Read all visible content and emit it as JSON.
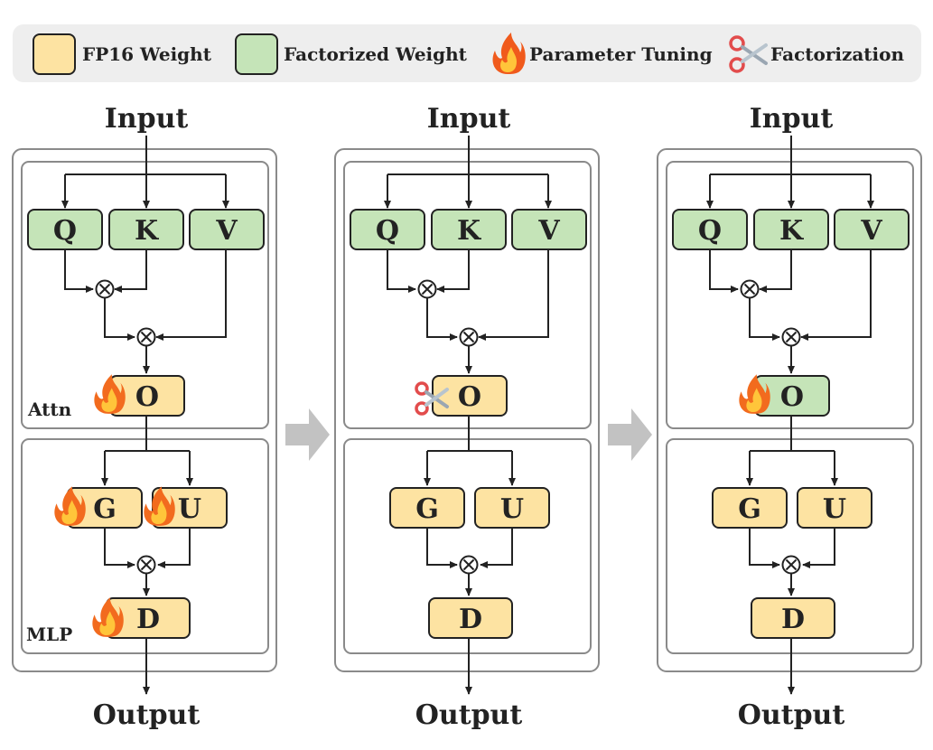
{
  "legend": {
    "fp16_label": "FP16 Weight",
    "factorized_label": "Factorized Weight",
    "tuning_label": "Parameter Tuning",
    "factorization_label": "Factorization",
    "fp16_icon": "yellow-square-icon",
    "factorized_icon": "green-square-icon",
    "tuning_icon": "fire-icon",
    "factorization_icon": "scissors-icon"
  },
  "colors": {
    "fp16_fill": "#FDE3A2",
    "factorized_fill": "#C5E4B8",
    "legend_bg": "#EEEEEE",
    "stroke": "#222222",
    "panel_stroke": "#8A8A8A",
    "step_arrow": "#C2C2C2",
    "flame_outer": "#F26B1E",
    "flame_inner": "#FFC53A",
    "scissors": "#E24C4C"
  },
  "panels": [
    {
      "input_label": "Input",
      "output_label": "Output",
      "attn_label": "Attn",
      "mlp_label": "MLP",
      "blocks": {
        "q": {
          "label": "Q",
          "kind": "factorized",
          "mark": ""
        },
        "k": {
          "label": "K",
          "kind": "factorized",
          "mark": ""
        },
        "v": {
          "label": "V",
          "kind": "factorized",
          "mark": ""
        },
        "o": {
          "label": "O",
          "kind": "fp16",
          "mark": "flame"
        },
        "g": {
          "label": "G",
          "kind": "fp16",
          "mark": "flame"
        },
        "u": {
          "label": "U",
          "kind": "fp16",
          "mark": "flame"
        },
        "d": {
          "label": "D",
          "kind": "fp16",
          "mark": "flame"
        }
      }
    },
    {
      "input_label": "Input",
      "output_label": "Output",
      "attn_label": "",
      "mlp_label": "",
      "blocks": {
        "q": {
          "label": "Q",
          "kind": "factorized",
          "mark": ""
        },
        "k": {
          "label": "K",
          "kind": "factorized",
          "mark": ""
        },
        "v": {
          "label": "V",
          "kind": "factorized",
          "mark": ""
        },
        "o": {
          "label": "O",
          "kind": "fp16",
          "mark": "scissors"
        },
        "g": {
          "label": "G",
          "kind": "fp16",
          "mark": ""
        },
        "u": {
          "label": "U",
          "kind": "fp16",
          "mark": ""
        },
        "d": {
          "label": "D",
          "kind": "fp16",
          "mark": ""
        }
      }
    },
    {
      "input_label": "Input",
      "output_label": "Output",
      "attn_label": "",
      "mlp_label": "",
      "blocks": {
        "q": {
          "label": "Q",
          "kind": "factorized",
          "mark": ""
        },
        "k": {
          "label": "K",
          "kind": "factorized",
          "mark": ""
        },
        "v": {
          "label": "V",
          "kind": "factorized",
          "mark": ""
        },
        "o": {
          "label": "O",
          "kind": "factorized",
          "mark": "flame"
        },
        "g": {
          "label": "G",
          "kind": "fp16",
          "mark": ""
        },
        "u": {
          "label": "U",
          "kind": "fp16",
          "mark": ""
        },
        "d": {
          "label": "D",
          "kind": "fp16",
          "mark": ""
        }
      }
    }
  ]
}
